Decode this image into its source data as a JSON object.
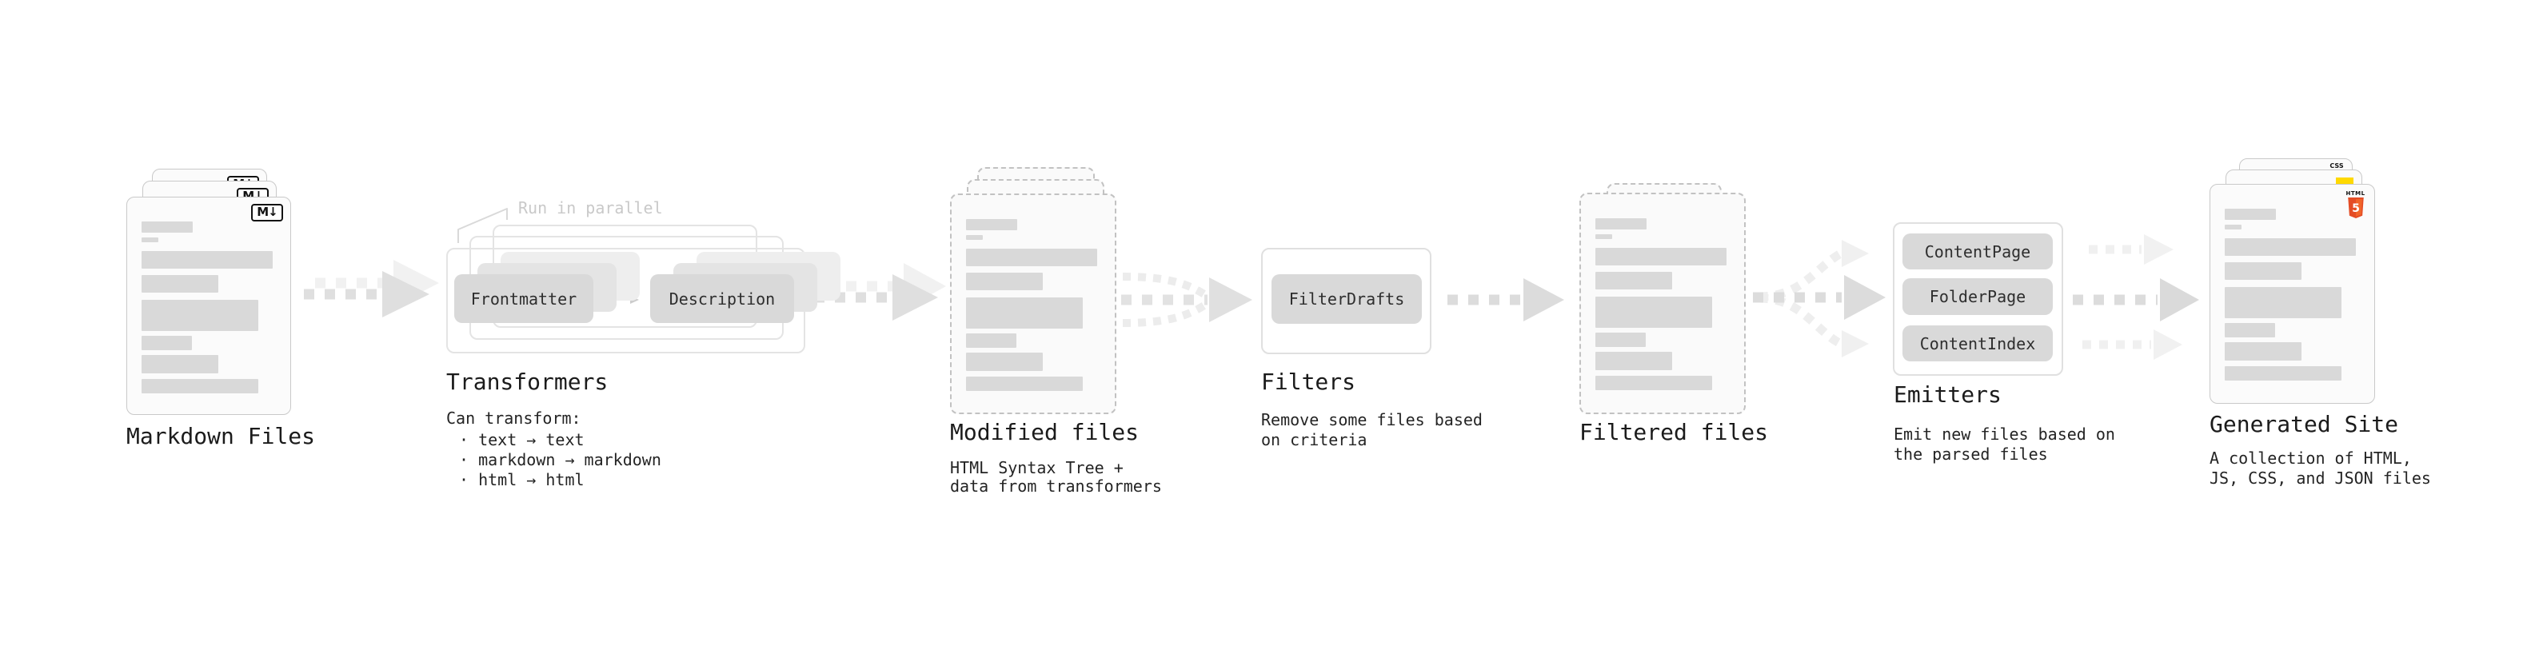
{
  "nodes": {
    "markdown_files": {
      "label": "Markdown Files",
      "badge": "M↓"
    },
    "transformers": {
      "heading": "Transformers",
      "annotation": "Run in parallel",
      "step_boxes": [
        "Frontmatter",
        "Description"
      ],
      "desc_title": "Can transform:",
      "bullets": [
        "· text → text",
        "· markdown → markdown",
        "· html → html"
      ]
    },
    "modified_files": {
      "label": "Modified files",
      "desc_lines": [
        "HTML Syntax Tree +",
        "data from transformers"
      ]
    },
    "filters": {
      "heading": "Filters",
      "step_boxes": [
        "FilterDrafts"
      ],
      "desc_lines": [
        "Remove some files based",
        "on criteria"
      ]
    },
    "filtered_files": {
      "label": "Filtered files"
    },
    "emitters": {
      "heading": "Emitters",
      "step_boxes": [
        "ContentPage",
        "FolderPage",
        "ContentIndex"
      ],
      "desc_lines": [
        "Emit new files based on",
        "the parsed files"
      ]
    },
    "generated_site": {
      "label": "Generated Site",
      "desc_lines": [
        "A collection of HTML,",
        "JS, CSS, and JSON files"
      ],
      "css_badge": "CSS",
      "html_badge_word": "HTML",
      "html_badge_number": "5"
    }
  },
  "colors": {
    "html5_orange": "#e44d26",
    "html5_orange_light": "#f16529",
    "js_yellow": "#ffd900",
    "css_blue": "#2962ff",
    "gray_box": "#d9d9d9",
    "arrow_gray": "#dcdcdc"
  }
}
